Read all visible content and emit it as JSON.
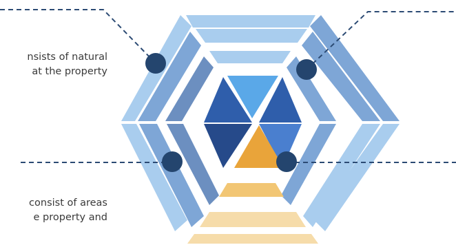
{
  "captions": {
    "top_left": {
      "line1": "nsists of natural",
      "line2": "at the property"
    },
    "bottom_left": {
      "line1": "consist of areas",
      "line2": "e property and"
    }
  },
  "colors": {
    "connector": "#2b4a73",
    "marker": "#24456e",
    "light_blue": "#a9cdee",
    "mid_blue": "#7ea6d6",
    "steel_blue": "#6c8fc0",
    "royal_blue": "#2f5eab",
    "deep_blue": "#264a8a",
    "sky_blue": "#5aa8e8",
    "bright_blue": "#4a7fcf",
    "orange": "#e9a43a",
    "light_orange": "#f2c674",
    "pale_orange": "#f6dcaa"
  }
}
